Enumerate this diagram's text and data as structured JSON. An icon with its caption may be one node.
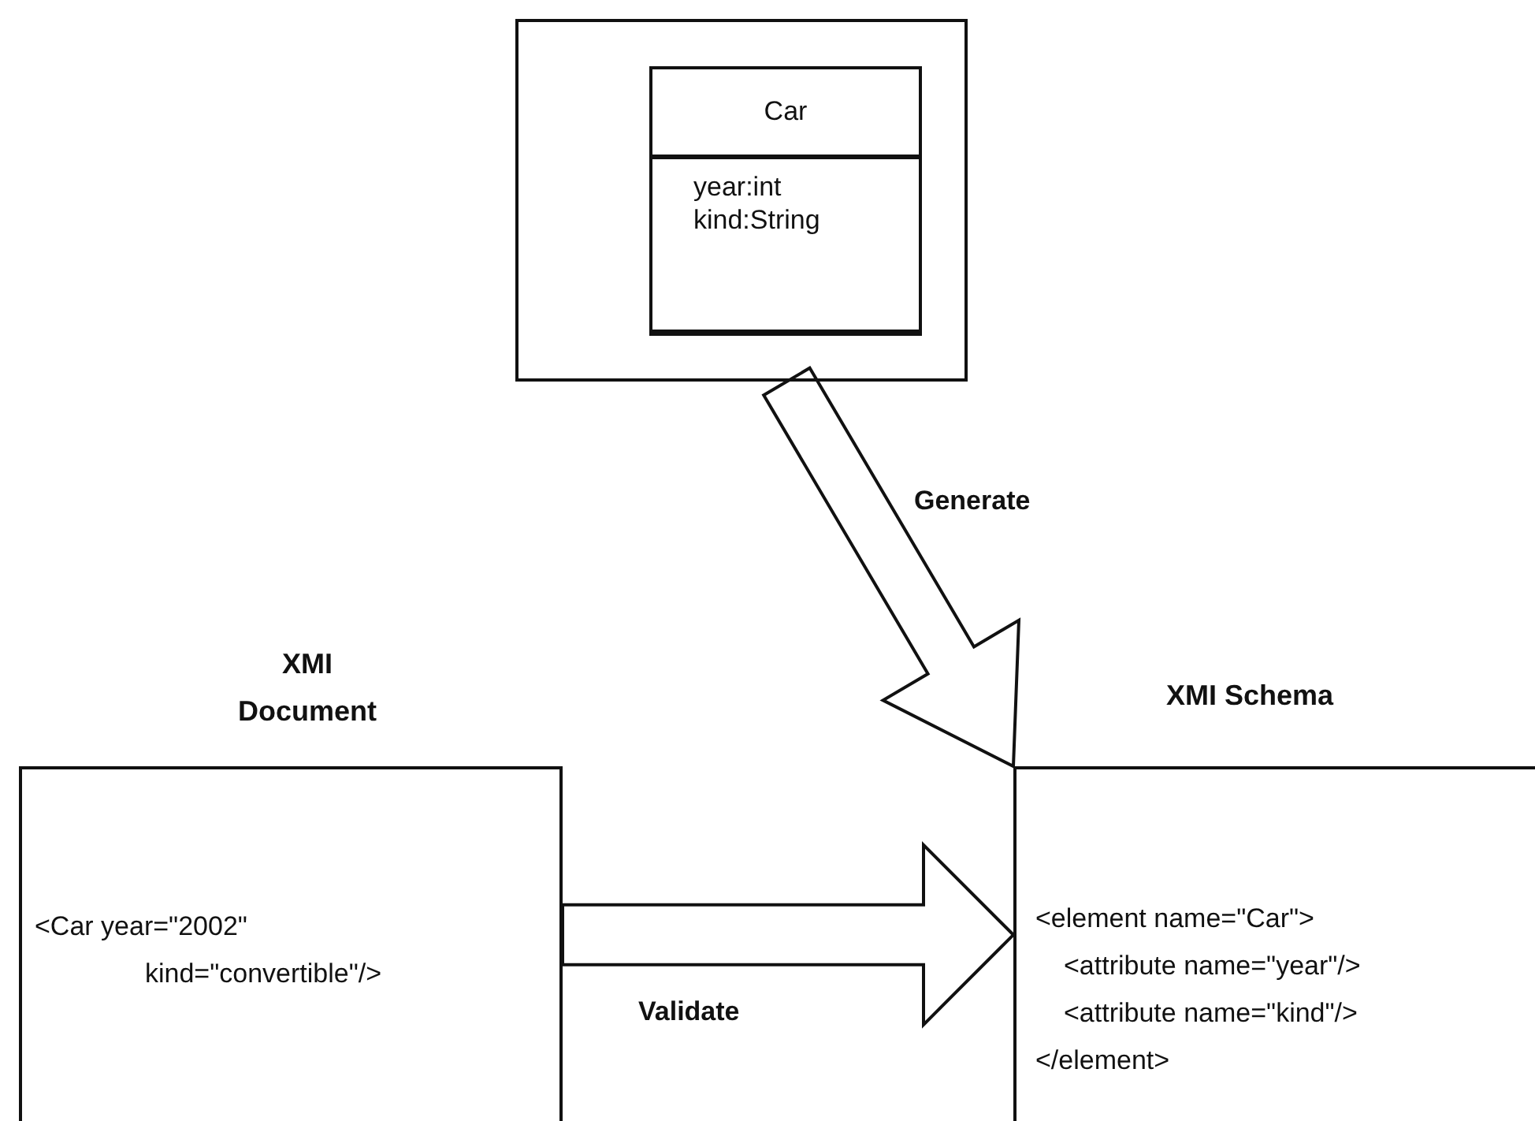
{
  "diagram": {
    "nodes": [
      {
        "text": [],
        "shape": "box"
      },
      {
        "text": [
          "Car",
          "year:int kind:String"
        ],
        "in": 0
      },
      {
        "text": [
          "XMI Document",
          "<Car year=\"2002\" kind=\"convertible\"/>"
        ]
      },
      {
        "text": [
          "XMI Schema",
          "<element name=\"Car\">",
          "<attribute name=\"year\"/>",
          "<attribute name=\"kind\"/>",
          "</element>"
        ]
      }
    ],
    "edges": [
      {
        "from": 0,
        "to": 3,
        "arrow": "to",
        "style": "thick",
        "label": "Generate"
      },
      {
        "from": 2,
        "to": 3,
        "arrow": "to",
        "style": "thick",
        "label": "Validate"
      }
    ]
  }
}
